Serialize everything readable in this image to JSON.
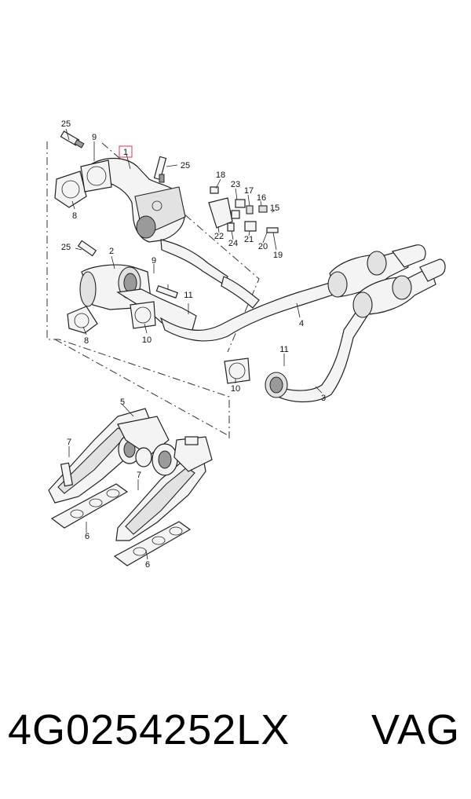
{
  "callouts": {
    "c1": "1",
    "c2": "2",
    "c3": "3",
    "c4": "4",
    "c5": "5",
    "c6a": "6",
    "c6b": "6",
    "c7a": "7",
    "c7b": "7",
    "c8a": "8",
    "c8b": "8",
    "c9a": "9",
    "c9b": "9",
    "c10a": "10",
    "c10b": "10",
    "c11a": "11",
    "c11b": "11",
    "c15": "15",
    "c16": "16",
    "c17": "17",
    "c18": "18",
    "c19": "19",
    "c20": "20",
    "c21": "21",
    "c22": "22",
    "c23": "23",
    "c24": "24",
    "c25a": "25",
    "c25b": "25",
    "c25c": "25"
  },
  "footer": {
    "part_number": "4G0254252LX",
    "brand": "VAG"
  },
  "colors": {
    "highlight": "#e05a6a",
    "line": "#222222"
  }
}
